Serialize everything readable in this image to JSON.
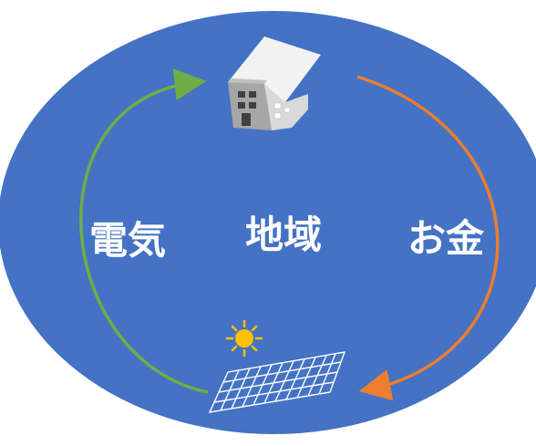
{
  "colors": {
    "background_circle": "#4472C4",
    "green_arrow": "#70AD47",
    "orange_arrow": "#ED7D31",
    "label_text": "#FFFFFF",
    "house_roof": "#F2F2F2",
    "house_wall": "#A6A6A6",
    "house_side": "#D9D9D9",
    "house_windows": "#404040",
    "sun": "#FFC000",
    "panel_lines": "#FFFFFF"
  },
  "labels": {
    "electricity": "電気",
    "community": "地域",
    "money": "お金"
  },
  "icons": {
    "house": "house-icon",
    "sun": "sun-icon",
    "solar_panel": "solar-panel-icon"
  },
  "arrows": {
    "left": "green-arrow-up",
    "right": "orange-arrow-down"
  }
}
